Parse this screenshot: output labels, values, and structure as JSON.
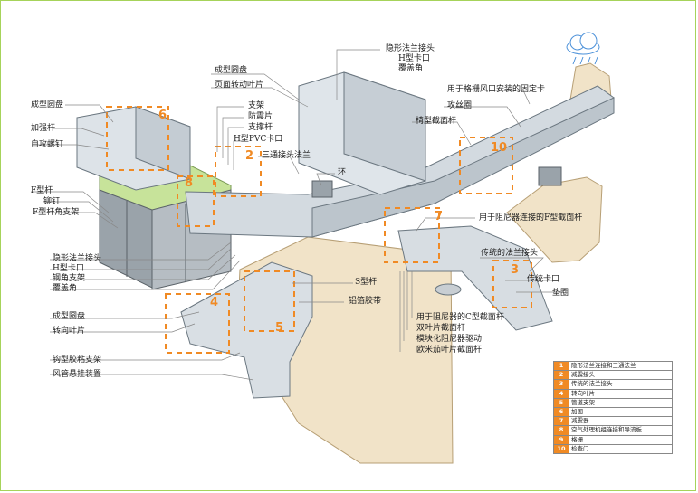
{
  "labels": {
    "l_yxfl": "隐形法兰接头",
    "l_hkk_top": "H型卡口",
    "l_fgj_top": "覆盖角",
    "l_cxyp_top": "成型圆盘",
    "l_ymzd": "页面转动叶片",
    "l_zj": "支架",
    "l_fzp": "防震片",
    "l_zcg": "支撑杆",
    "l_hpvc": "H型PVC卡口",
    "l_stjt": "三通接头法兰",
    "l_huan": "环",
    "l_gscs": "用于格栅风口安装的固定卡",
    "l_gsq": "攻丝圈",
    "l_yxjmg": "椅型截面杆",
    "l_cxyp_left": "成型圆盘",
    "l_jqg": "加强杆",
    "l_zgls": "自攻螺钉",
    "l_fxg": "F型杆",
    "l_md": "铆钉",
    "l_fxgjzj": "F型杆角支架",
    "l_yxfl2": "隐形法兰接头",
    "l_hkk2": "H型卡口",
    "l_gjzj": "钢角支架",
    "l_fgj2": "覆盖角",
    "l_sxg": "S型杆",
    "l_lbjd": "铝箔胶带",
    "l_znq_f": "用于阻尼器连接的F型截面杆",
    "l_ctfl": "传统的法兰接头",
    "l_ctkk": "传统卡口",
    "l_dq": "垫圈",
    "l_cxyp_low": "成型圆盘",
    "l_zxyp": "转向叶片",
    "l_znq_c": "用于阻尼器的C型截面杆",
    "l_syp": "双叶片截面杆",
    "l_mkh": "模块化阻尼器驱动",
    "l_omjm": "欧米茄叶片截面杆",
    "l_gxjz": "钩型胶粘支架",
    "l_fgxg": "风管悬挂装置"
  },
  "numbers": [
    "6",
    "2",
    "8",
    "10",
    "7",
    "3",
    "4",
    "5"
  ],
  "legend": [
    {
      "n": "1",
      "text": "隐形法兰连接和三通法兰"
    },
    {
      "n": "2",
      "text": "减震接头"
    },
    {
      "n": "3",
      "text": "传统的法兰接头"
    },
    {
      "n": "4",
      "text": "转向叶片"
    },
    {
      "n": "5",
      "text": "管道支架"
    },
    {
      "n": "6",
      "text": "加固"
    },
    {
      "n": "7",
      "text": "减震器"
    },
    {
      "n": "8",
      "text": "空气处理机组连接和导流板"
    },
    {
      "n": "9",
      "text": "格栅"
    },
    {
      "n": "10",
      "text": "检查门"
    }
  ]
}
